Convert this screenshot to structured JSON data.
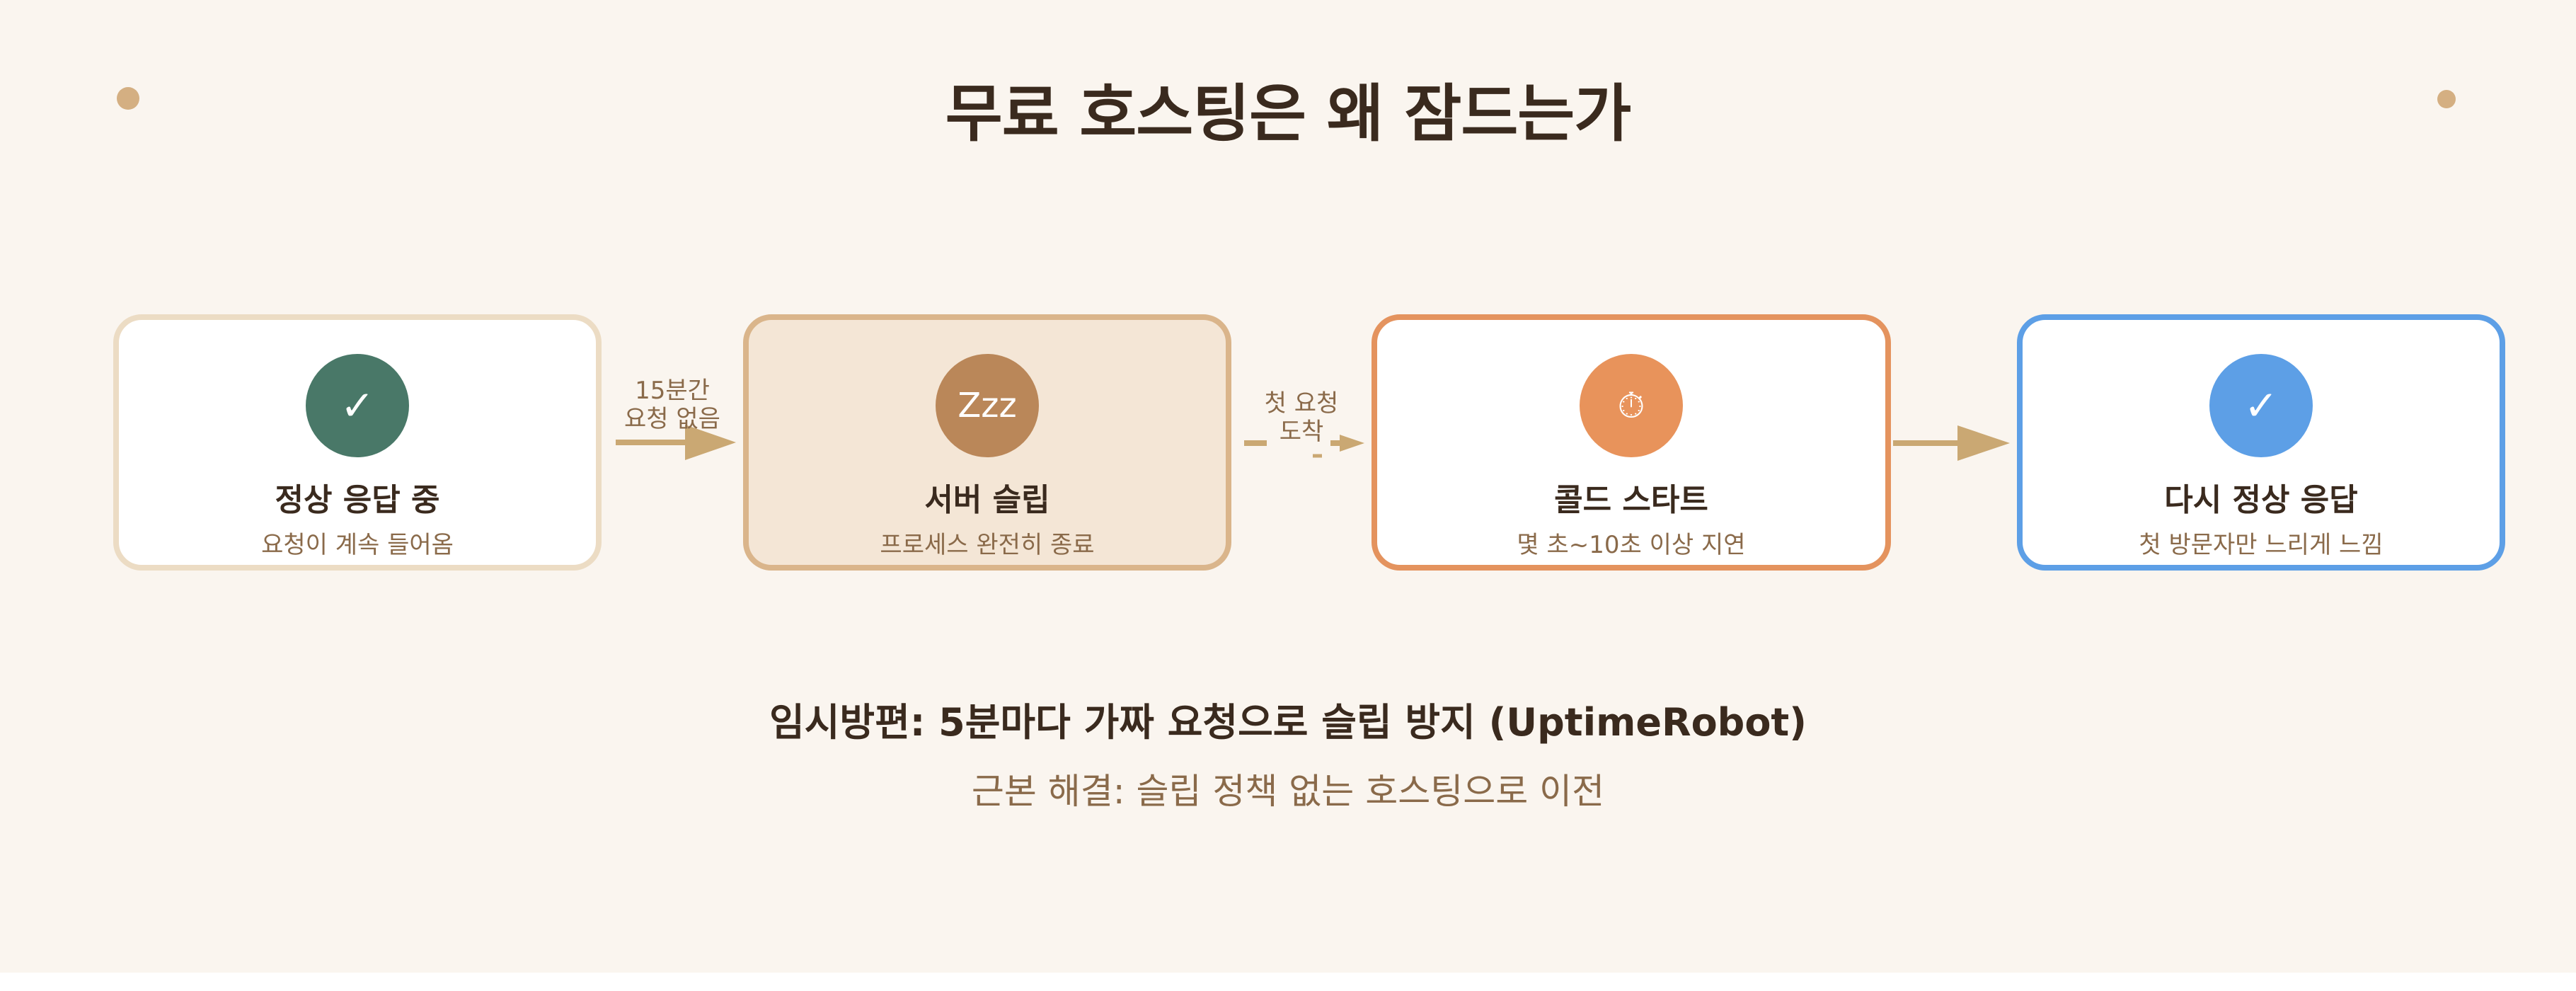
{
  "title": "무료 호스팅은 왜 잠드는가",
  "steps": [
    {
      "title": "정상 응답 중",
      "description": "요청이 계속 들어옴",
      "icon": "check-icon",
      "icon_glyph": "✓",
      "icon_color": "#497868",
      "border_color": "#ecdcc4"
    },
    {
      "title": "서버 슬립",
      "description": "프로세스 완전히 종료",
      "icon": "sleep-icon",
      "icon_glyph": "Zzz",
      "icon_color": "#ba8759",
      "border_color": "#dab58b"
    },
    {
      "title": "콜드 스타트",
      "description": "몇 초~10초 이상 지연",
      "icon": "stopwatch-icon",
      "icon_glyph": "⏱",
      "icon_color": "#e8935b",
      "border_color": "#e4935e"
    },
    {
      "title": "다시 정상 응답",
      "description": "첫 방문자만 느리게 느낌",
      "icon": "check-icon",
      "icon_glyph": "✓",
      "icon_color": "#5d9fe6",
      "border_color": "#5d9fe6"
    }
  ],
  "transitions": [
    {
      "line1": "15분간",
      "line2": "요청 없음",
      "style": "solid"
    },
    {
      "line1": "첫 요청",
      "line2": "도착",
      "style": "dashed"
    },
    {
      "style": "solid"
    }
  ],
  "notes": {
    "workaround": "임시방편: 5분마다 가짜 요청으로 슬립 방지 (UptimeRobot)",
    "solution": "근본 해결: 슬립 정책 없는 호스팅으로 이전"
  },
  "colors": {
    "background": "#faf5ef",
    "arrow": "#caa873",
    "text_primary": "#3a2a1e",
    "text_secondary": "#8a6a4a"
  }
}
